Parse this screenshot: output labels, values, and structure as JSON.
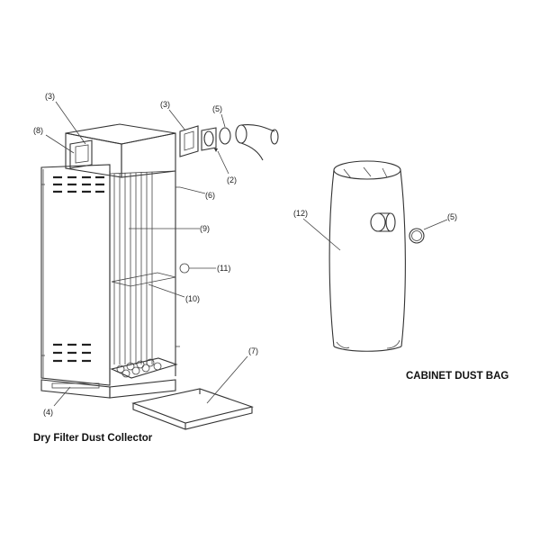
{
  "callouts": {
    "c3a": "(3)",
    "c8": "(8)",
    "c3b": "(3)",
    "c5a": "(5)",
    "c2": "(2)",
    "c6": "(6)",
    "c9": "(9)",
    "c11": "(11)",
    "c10": "(10)",
    "c7": "(7)",
    "c4": "(4)",
    "c12": "(12)",
    "c5b": "(5)"
  },
  "captions": {
    "dust_collector": "Dry Filter Dust Collector",
    "dust_bag": "CABINET DUST BAG"
  }
}
